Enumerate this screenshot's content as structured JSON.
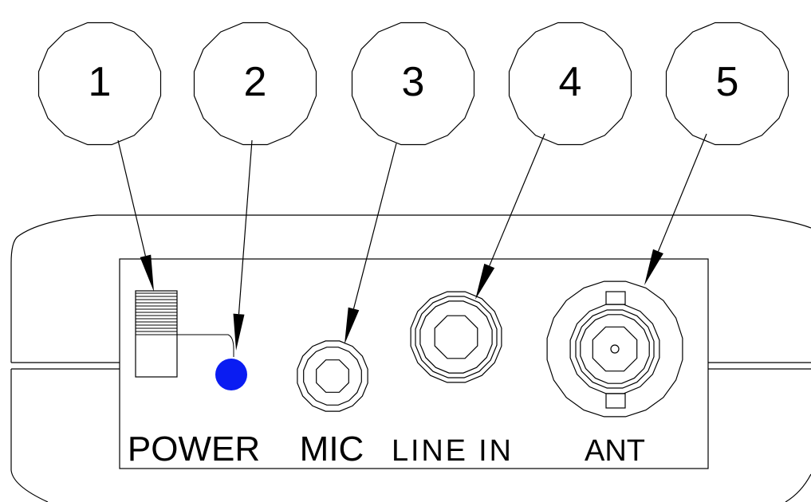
{
  "callouts": [
    {
      "number": "1",
      "target": "power-switch"
    },
    {
      "number": "2",
      "target": "power-led"
    },
    {
      "number": "3",
      "target": "mic-jack"
    },
    {
      "number": "4",
      "target": "line-in-jack"
    },
    {
      "number": "5",
      "target": "antenna-connector"
    }
  ],
  "labels": {
    "power": "POWER",
    "mic": "MIC",
    "line_in": "LINE IN",
    "ant": "ANT"
  },
  "colors": {
    "led": "#0a1cf2",
    "stroke": "#000000",
    "background": "#ffffff"
  }
}
